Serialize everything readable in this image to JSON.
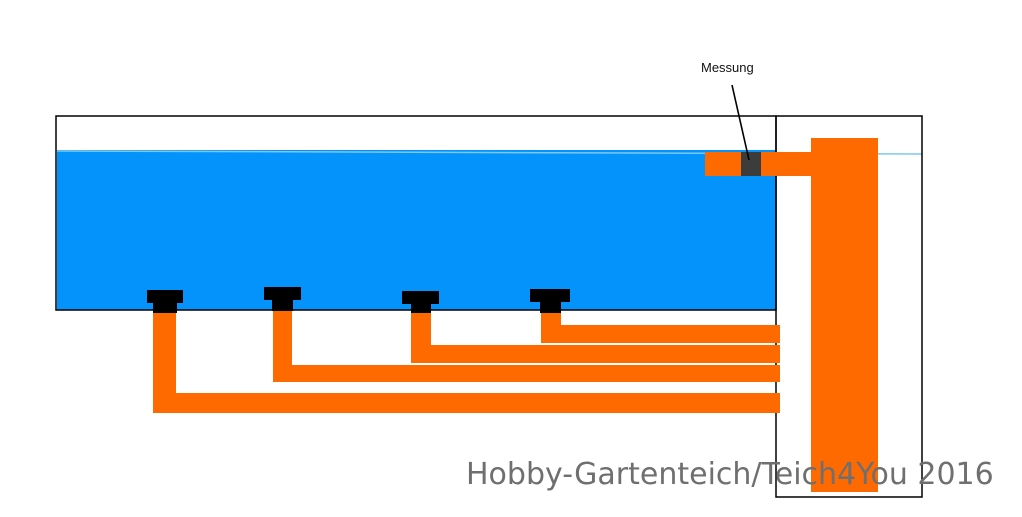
{
  "labels": {
    "measurement": "Messung",
    "watermark": "Hobby-Gartenteich/Teich4You 2016"
  },
  "colors": {
    "water": "#0393fb",
    "water_line": "#7ec8f0",
    "pipe": "#ff6a00",
    "drain": "#000000",
    "sensor": "#3c3c3c",
    "outline": "#000000",
    "background": "#ffffff"
  },
  "components": {
    "pond_basin": "pond-basin",
    "filter_chamber": "filter-chamber",
    "bottom_drains": 4,
    "supply_pipes": 4,
    "riser_pipe": "riser-pipe",
    "measurement_sensor": "measurement-sensor"
  }
}
